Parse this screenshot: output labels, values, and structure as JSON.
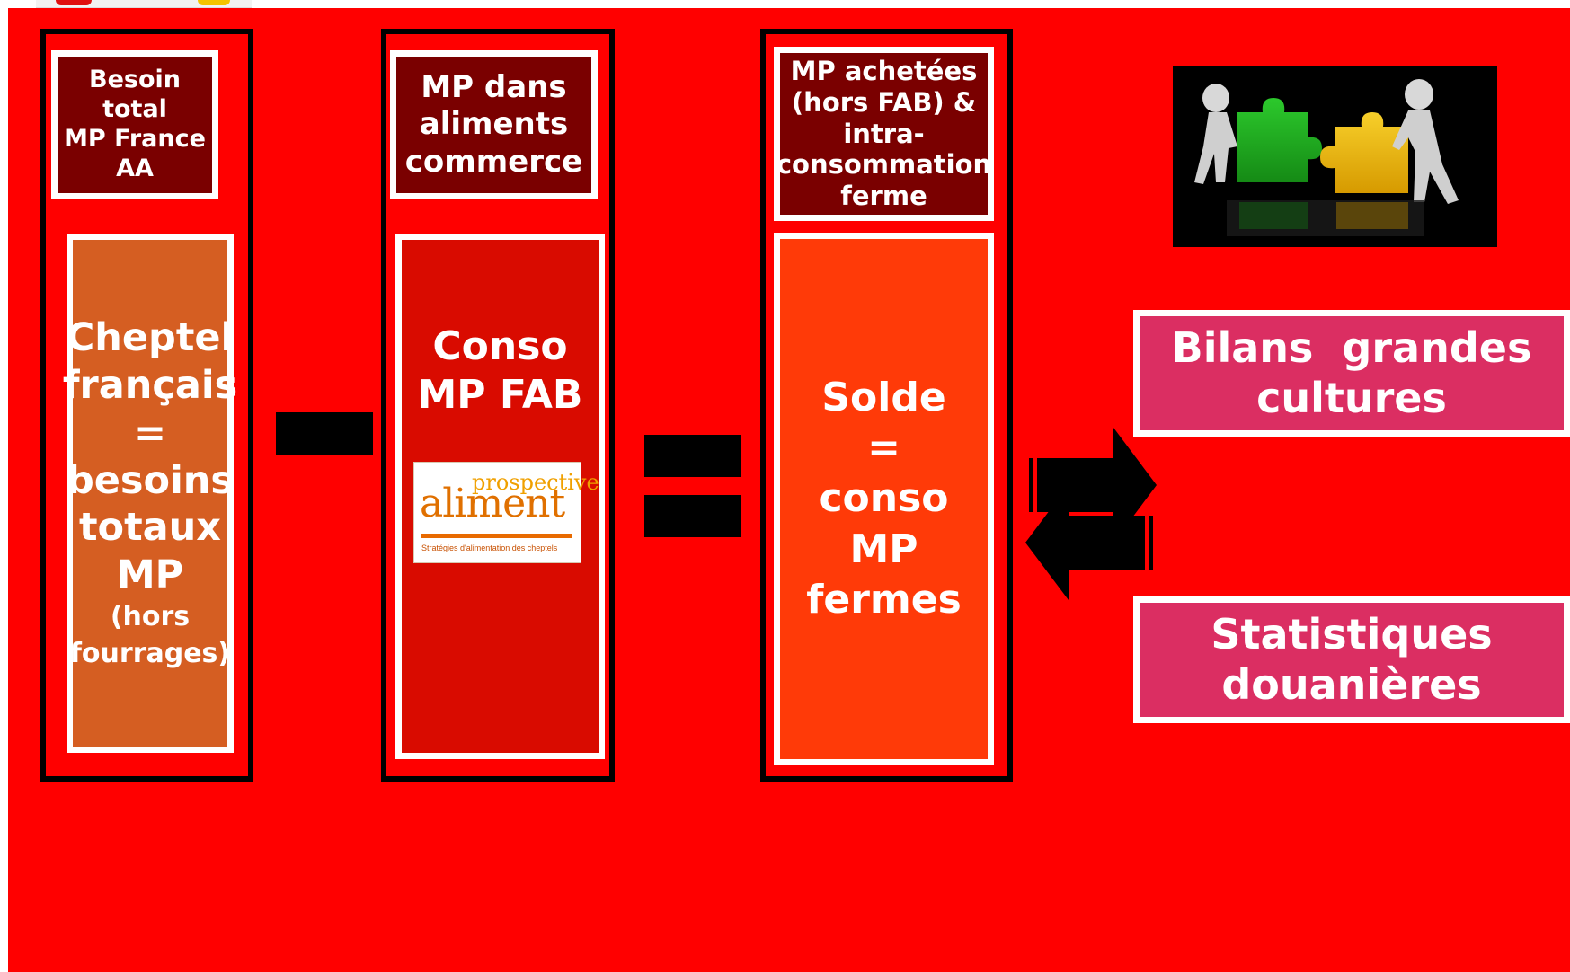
{
  "columns": [
    {
      "header": [
        "Besoin total",
        "MP France",
        "AA"
      ],
      "body_lines": [
        "Cheptel",
        "français",
        "=",
        "besoins",
        "totaux",
        "MP"
      ],
      "body_small_lines": [
        "(hors",
        "fourrages)"
      ],
      "fill_color": "#d55e22"
    },
    {
      "header": [
        "MP dans",
        "aliments",
        "commerce"
      ],
      "body_lines": [
        "Conso",
        "MP FAB"
      ],
      "fill_color": "#d90b00",
      "logo": {
        "word_top": "prospective",
        "word_main": "aliment",
        "tagline": "Stratégies d'alimentation des cheptels"
      }
    },
    {
      "header": [
        "MP achetées",
        "(hors FAB) &",
        "intra-",
        "consommation",
        "ferme"
      ],
      "body_lines": [
        "Solde",
        "=",
        "conso",
        "MP",
        "fermes"
      ],
      "fill_color": "#ff3a08"
    }
  ],
  "operators": [
    "minus",
    "equals"
  ],
  "right_boxes": [
    {
      "lines": [
        "Bilans  grandes",
        "cultures"
      ]
    },
    {
      "lines": [
        "Statistiques",
        "douanières"
      ]
    }
  ],
  "icons": {
    "arrows": "bidirectional-arrows-icon",
    "picture": "puzzle-figures-image"
  },
  "colors": {
    "background": "#ff0000",
    "header_fill": "#7a0000",
    "right_box_fill": "#db2e62"
  }
}
